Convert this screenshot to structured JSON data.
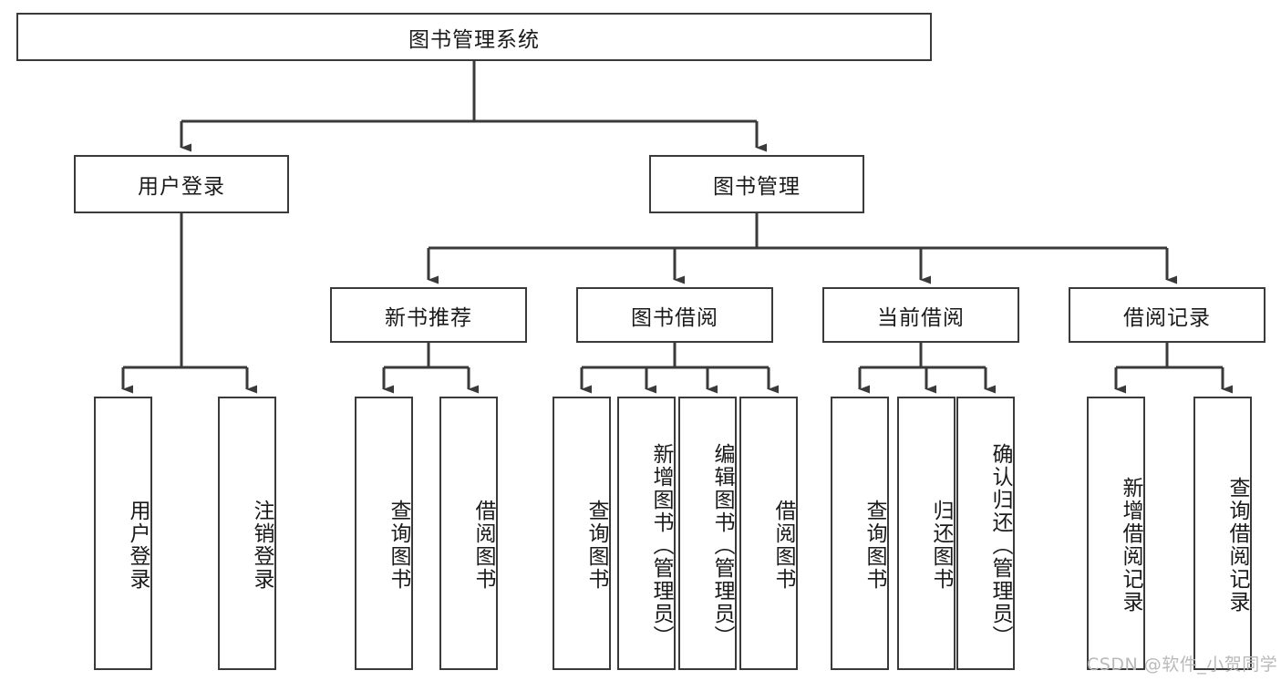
{
  "diagram": {
    "title": "图书管理系统",
    "type": "functional-decomposition-tree",
    "root": {
      "label": "图书管理系统"
    },
    "level2": [
      {
        "label": "用户登录"
      },
      {
        "label": "图书管理"
      }
    ],
    "level3": [
      {
        "label": "新书推荐"
      },
      {
        "label": "图书借阅"
      },
      {
        "label": "当前借阅"
      },
      {
        "label": "借阅记录"
      }
    ],
    "leaves": [
      {
        "label": "用户登录",
        "parent": "用户登录"
      },
      {
        "label": "注销登录",
        "parent": "用户登录"
      },
      {
        "label": "查询图书",
        "parent": "新书推荐"
      },
      {
        "label": "借阅图书",
        "parent": "新书推荐"
      },
      {
        "label": "查询图书",
        "parent": "图书借阅"
      },
      {
        "label": "新增图书（管理员）",
        "parent": "图书借阅"
      },
      {
        "label": "编辑图书（管理员）",
        "parent": "图书借阅"
      },
      {
        "label": "借阅图书",
        "parent": "图书借阅"
      },
      {
        "label": "查询图书",
        "parent": "当前借阅"
      },
      {
        "label": "归还图书",
        "parent": "当前借阅"
      },
      {
        "label": "确认归还（管理员）",
        "parent": "当前借阅"
      },
      {
        "label": "新增借阅记录",
        "parent": "借阅记录"
      },
      {
        "label": "查询借阅记录",
        "parent": "借阅记录"
      }
    ]
  },
  "watermark": {
    "text": "CSDN @软件_小贺同学"
  },
  "colors": {
    "stroke": "#3a3a3a",
    "text": "#1a1a1a",
    "background": "#ffffff",
    "watermark": "#b9b9b9"
  }
}
